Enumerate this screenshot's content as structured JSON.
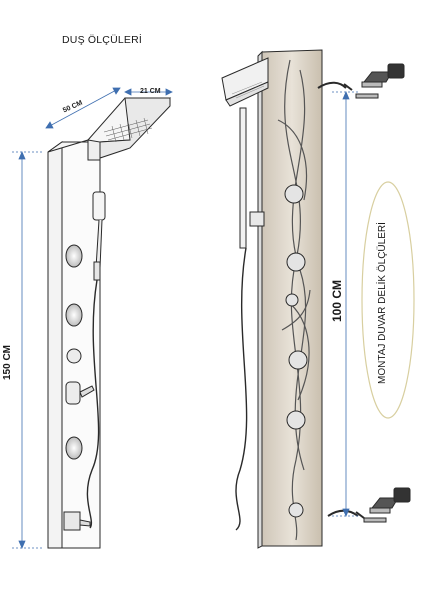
{
  "labels": {
    "title": "DUŞ ÖLÇÜLERİ",
    "width_top": "50 CM",
    "depth_top": "21 CM",
    "height_total": "150 CM",
    "hole_spacing": "100 CM",
    "mount_label": "MONTAJ DUVAR DELİK ÖLÇÜLERİ"
  },
  "colors": {
    "line": "#2a2a2a",
    "dimension_blue": "#3f6fb0",
    "ellipse": "#d8cfa0"
  }
}
